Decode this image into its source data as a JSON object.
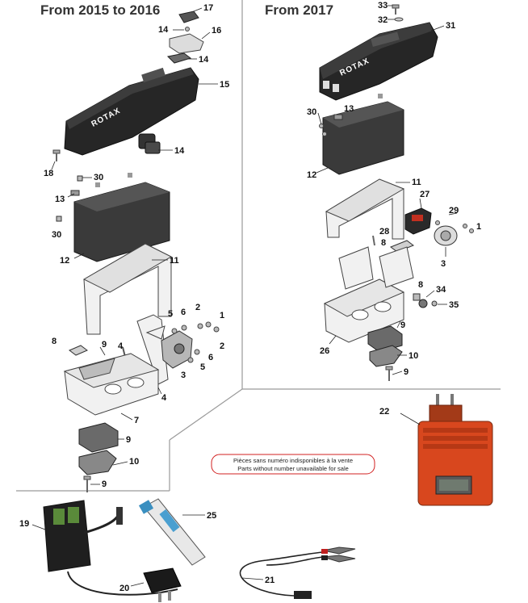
{
  "headers": {
    "left": "From 2015 to 2016",
    "right": "From 2017"
  },
  "note": {
    "fr": "Pièces sans numéro indisponibles à la vente",
    "en": "Parts without number unavailable for sale"
  },
  "logo_text": "ROTAX",
  "colors": {
    "divider": "#9a9a9a",
    "note_border": "#d22020",
    "charger_red": "#d8471e",
    "housing": "#262626"
  },
  "callouts_left": [
    "17",
    "14",
    "16",
    "14",
    "15",
    "14",
    "18",
    "30",
    "13",
    "30",
    "12",
    "11",
    "5",
    "6",
    "2",
    "1",
    "8",
    "9",
    "4",
    "2",
    "6",
    "5",
    "3",
    "4",
    "7",
    "9",
    "10",
    "9"
  ],
  "callouts_right": [
    "33",
    "32",
    "31",
    "30",
    "13",
    "12",
    "11",
    "27",
    "29",
    "1",
    "28",
    "8",
    "3",
    "8",
    "34",
    "35",
    "26",
    "9",
    "10",
    "9"
  ],
  "callouts_accessories": [
    "22",
    "19",
    "25",
    "20",
    "21"
  ]
}
